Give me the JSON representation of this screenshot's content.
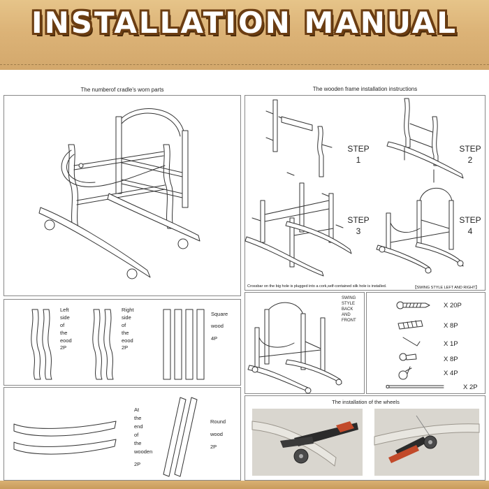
{
  "banner": {
    "title": "INSTALLATION MANUAL"
  },
  "left_section": {
    "caption": "The numberof cradle's worn parts"
  },
  "right_section": {
    "caption": "The wooden frame installation instructions"
  },
  "steps": [
    {
      "word": "STEP",
      "number": "1"
    },
    {
      "word": "STEP",
      "number": "2"
    },
    {
      "word": "STEP",
      "number": "3"
    },
    {
      "word": "STEP",
      "number": "4"
    }
  ],
  "notes": {
    "crossbar": "Crossbar on the big hole is plugged into a cork,self-contained silk hole is installed.",
    "swing_style": "【SWING STYLE LEFT AND RIGHT】"
  },
  "parts": {
    "left_side": [
      "Left",
      "side",
      "of",
      "the",
      "eood",
      "2P"
    ],
    "right_side": [
      "Right",
      "side",
      "of",
      "the",
      "eood",
      "2P"
    ],
    "square_wood": [
      "Square",
      "wood",
      "4P"
    ],
    "rocker": [
      "At",
      "the",
      "end",
      "of",
      "the",
      "wooden",
      "2P"
    ],
    "round_wood": [
      "Round",
      "wood",
      "2P"
    ]
  },
  "swing_label": [
    "SWING",
    "STYLE",
    "BACK",
    "AND",
    "FRONT"
  ],
  "hardware": {
    "quantities": [
      "X 20P",
      "X 8P",
      "X 1P",
      "X 8P",
      "X 4P",
      "X 2P"
    ],
    "icons": [
      "screw-icon",
      "dowel-icon",
      "hex-key-icon",
      "bolt-icon",
      "caster-wheel-icon",
      "long-bolt-icon"
    ]
  },
  "wheels_section": {
    "caption": "The installation of the wheels"
  },
  "colors": {
    "banner": "#dcb377",
    "title_outline": "#6b3d12",
    "border": "#888888"
  }
}
